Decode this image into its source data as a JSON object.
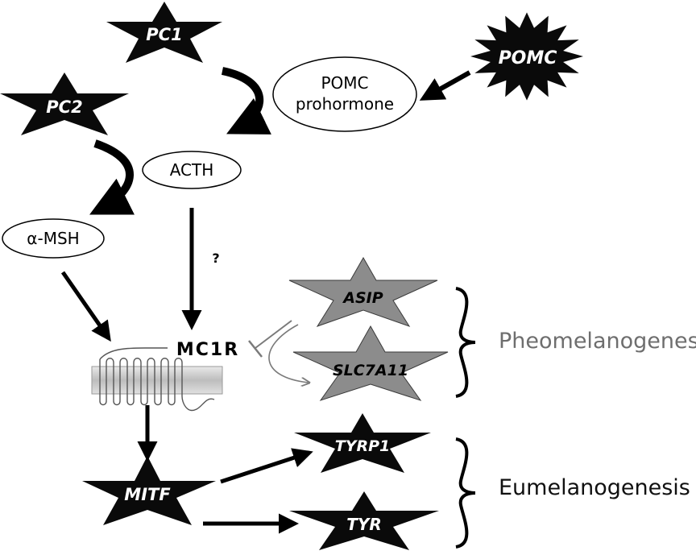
{
  "nodes": {
    "pc1": "PC1",
    "pc2": "PC2",
    "pomc": "POMC",
    "pomc_prohormone_line1": "POMC",
    "pomc_prohormone_line2": "prohormone",
    "acth": "ACTH",
    "alpha_msh": "α-MSH",
    "mc1r": "MC1R",
    "question_mark": "?",
    "asip": "ASIP",
    "slc7a11": "SLC7A11",
    "mitf": "MITF",
    "tyrp1": "TYRP1",
    "tyr": "TYR"
  },
  "groups": {
    "pheomelanogenesis": "Pheomelanogenesis",
    "eumelanogenesis": "Eumelanogenesis"
  },
  "colors": {
    "black_star": "#0a0a0a",
    "gray_star": "#8c8c8c",
    "inhibitor_line": "#7a7a7a",
    "group_text_pheo": "#6e6e6e",
    "group_text_eu": "#111111",
    "membrane": "#cfcfcf"
  }
}
